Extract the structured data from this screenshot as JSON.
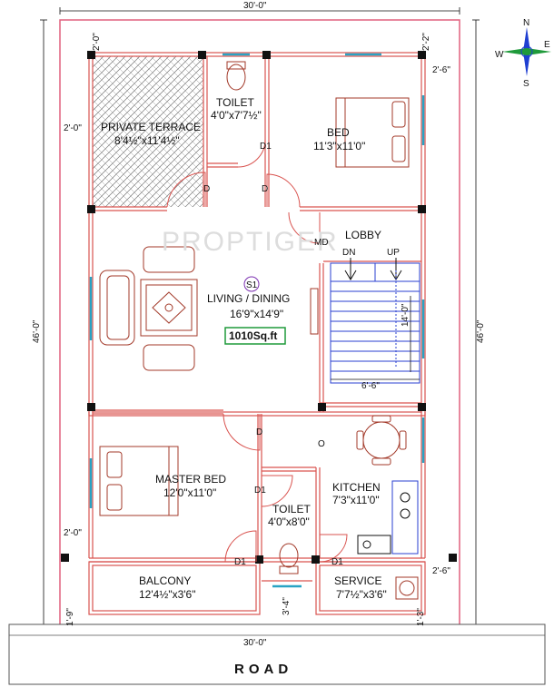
{
  "compass": {
    "n": "N",
    "s": "S",
    "e": "E",
    "w": "W"
  },
  "dimensions": {
    "top_width": "30'-0\"",
    "bottom_width": "30'-0\"",
    "left_height": "46'-0\"",
    "right_height": "46'-0\"",
    "setback_top_left": "2'-0\"",
    "setback_top_right": "2'-2\"",
    "setback_left_terrace": "2'-0\"",
    "setback_right_bed": "2'-6\"",
    "setback_left_lower": "2'-0\"",
    "setback_right_lower": "2'-6\"",
    "stair_height": "14'-0\"",
    "stair_width": "6'-6\"",
    "bottom_left": "1'-9\"",
    "bottom_right": "1'-3\"",
    "bottom_center": "3'-4\""
  },
  "rooms": {
    "private_terrace": {
      "name": "PRIVATE TERRACE",
      "size": "8'4½\"x11'4½\""
    },
    "toilet_top": {
      "name": "TOILET",
      "size": "4'0\"x7'7½\""
    },
    "bed": {
      "name": "BED",
      "size": "11'3\"x11'0\""
    },
    "lobby": {
      "name": "LOBBY"
    },
    "living": {
      "name": "LIVING / DINING",
      "size": "16'9\"x14'9\""
    },
    "master_bed": {
      "name": "MASTER BED",
      "size": "12'0\"x11'0\""
    },
    "toilet_bottom": {
      "name": "TOILET",
      "size": "4'0\"x8'0\""
    },
    "kitchen": {
      "name": "KITCHEN",
      "size": "7'3\"x11'0\""
    },
    "balcony": {
      "name": "BALCONY",
      "size": "12'4½\"x3'6\""
    },
    "service": {
      "name": "SERVICE",
      "size": "7'7½\"x3'6\""
    }
  },
  "doors": {
    "d1_toilet_top": "D1",
    "d_terrace": "D",
    "d_bed": "D",
    "md": "MD",
    "d_master": "D",
    "d1_toilet_bottom": "D1",
    "d1_balcony": "D1",
    "d1_service": "D1"
  },
  "stairs": {
    "dn": "DN",
    "up": "UP"
  },
  "unit": {
    "badge": "S1",
    "area": "1010Sq.ft"
  },
  "watermark": "PROPTIGER",
  "misc": {
    "o_mark": "O"
  },
  "road": "ROAD",
  "colors": {
    "wall": "#d9534f",
    "site": "#e0607e",
    "column": "#111111",
    "stair": "#2a3fd1",
    "window": "#29a3c4",
    "furniture": "#a33a2a",
    "compass_blue": "#1f3fd1",
    "compass_green": "#1f9a3a"
  }
}
